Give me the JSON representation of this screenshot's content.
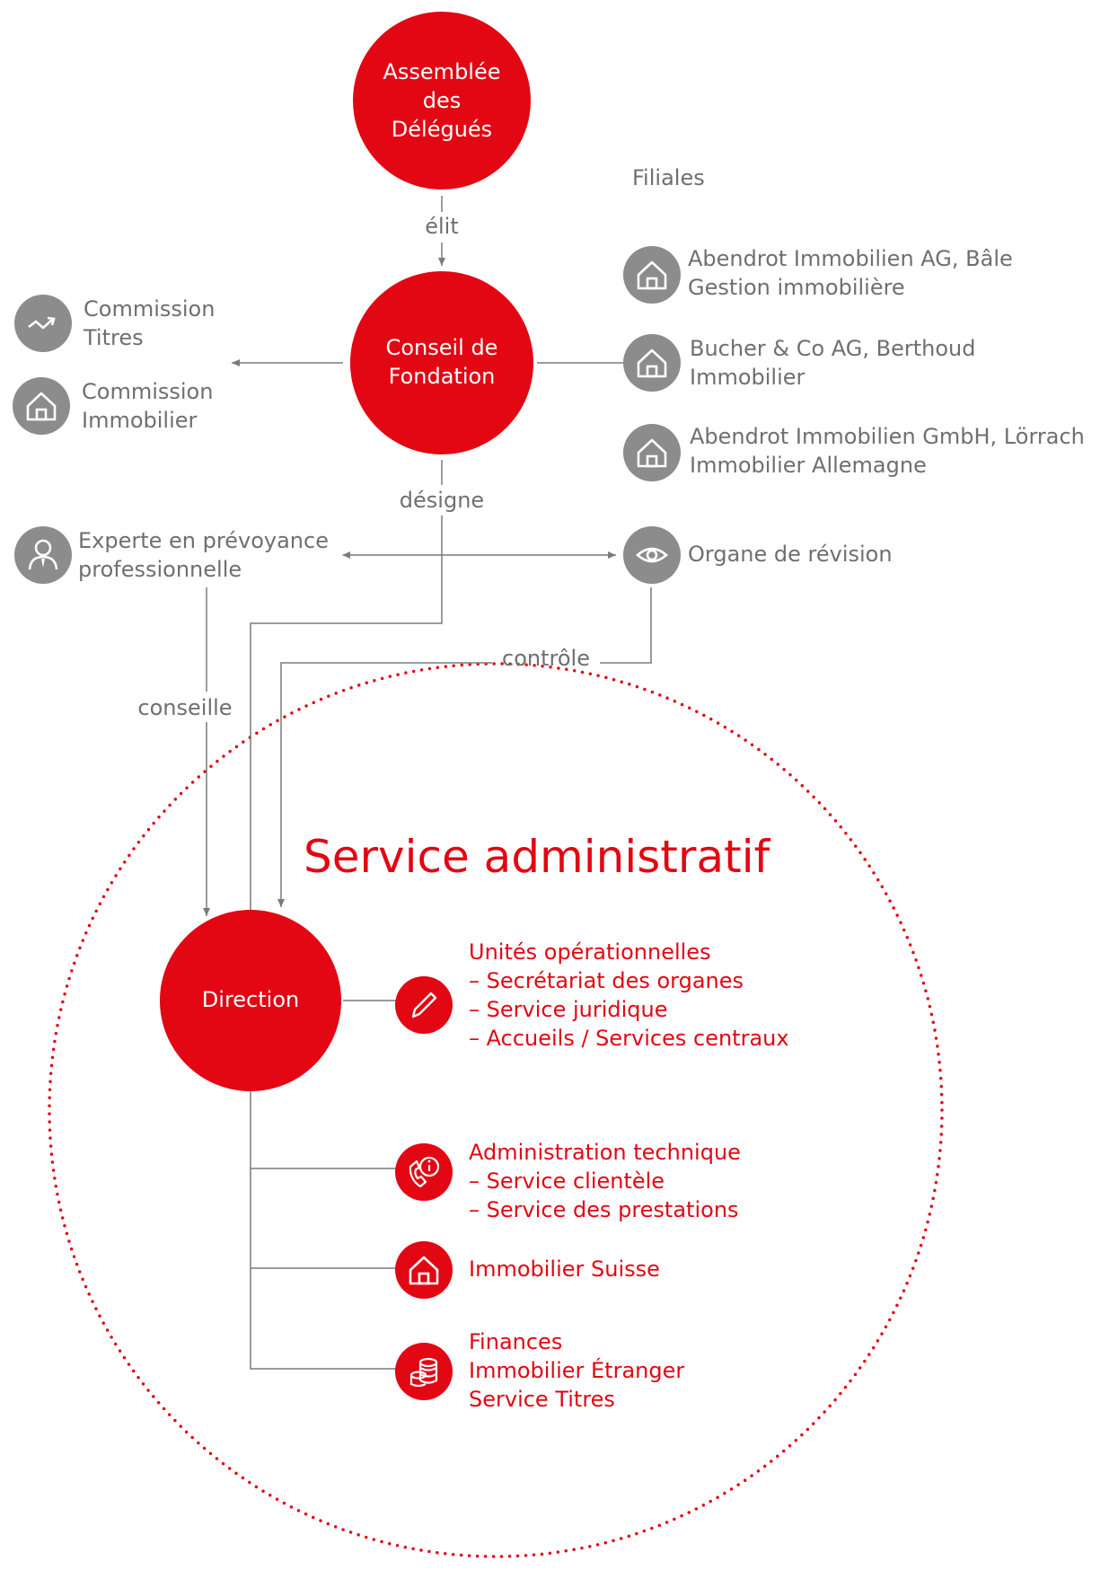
{
  "nodes": {
    "assemblee": "Assemblée\ndes\nDélégués",
    "conseil": "Conseil de\nFondation",
    "direction": "Direction"
  },
  "edges": {
    "elit": "élit",
    "designe": "désigne",
    "controle": "contrôle",
    "conseille": "conseille"
  },
  "commissions": [
    {
      "label": "Commission\nTitres",
      "icon": "trend-arrow-icon"
    },
    {
      "label": "Commission\nImmobilier",
      "icon": "house-icon"
    }
  ],
  "filiales": {
    "heading": "Filiales",
    "items": [
      {
        "label": "Abendrot Immobilien AG, Bâle\nGestion immobilière",
        "icon": "house-icon"
      },
      {
        "label": "Bucher & Co AG, Berthoud\nImmobilier",
        "icon": "house-icon"
      },
      {
        "label": "Abendrot Immobilien GmbH, Lörrach\nImmobilier Allemagne",
        "icon": "house-icon"
      }
    ]
  },
  "experte": {
    "label": "Experte en prévoyance\nprofessionnelle",
    "icon": "person-icon"
  },
  "organe": {
    "label": "Organe de révision",
    "icon": "eye-icon"
  },
  "service": {
    "title": "Service administratif",
    "units": [
      {
        "label": "Unités opérationnelles\n– Secrétariat des organes\n– Service juridique\n– Accueils / Services centraux",
        "icon": "pencil-icon"
      },
      {
        "label": "Administration technique\n– Service clientèle\n– Service des prestations",
        "icon": "phone-info-icon"
      },
      {
        "label": "Immobilier Suisse",
        "icon": "house-icon"
      },
      {
        "label": "Finances\nImmobilier Étranger\nService Titres",
        "icon": "coins-icon"
      }
    ]
  },
  "colors": {
    "accent": "#e30613",
    "grey": "#8c8c8c",
    "line": "#7a7a7a",
    "text_grey": "#6f6f6f"
  }
}
